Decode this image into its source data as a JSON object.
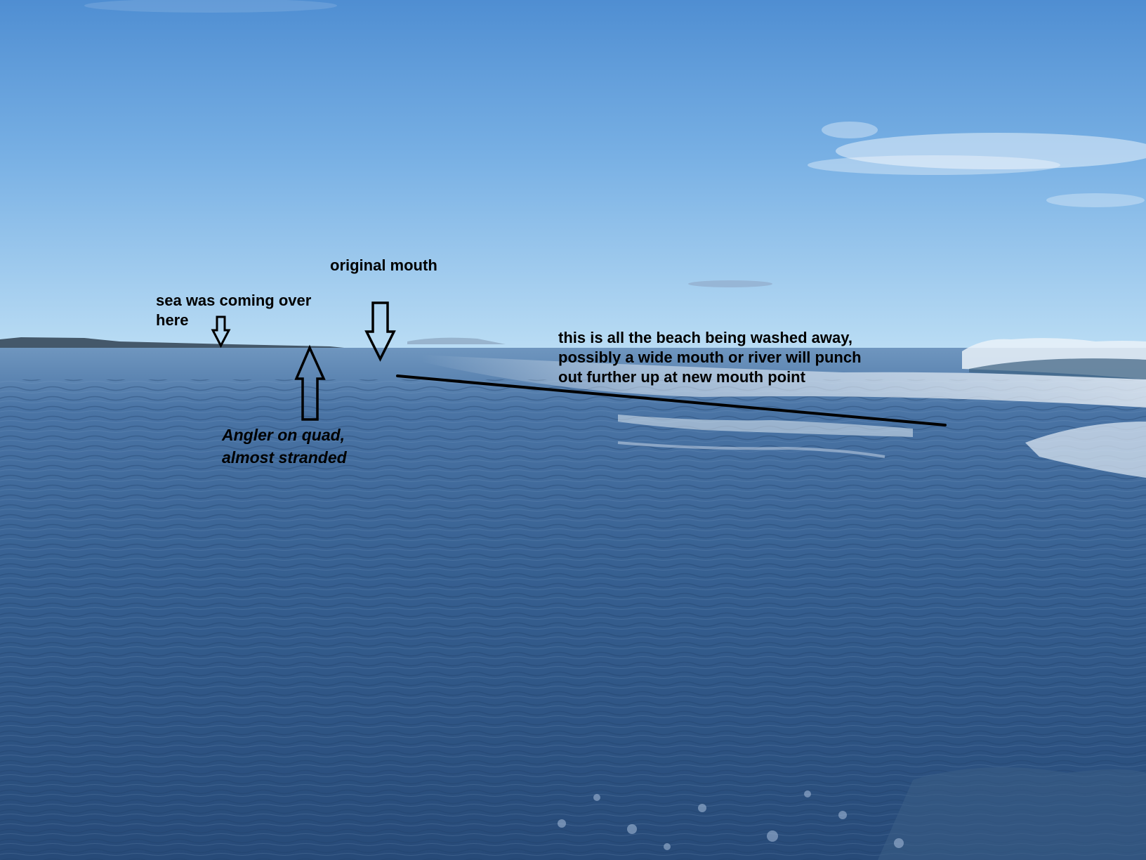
{
  "annotations": {
    "sea_coming_over": "sea was coming over\nhere",
    "original_mouth": "original mouth",
    "beach_washed_away": "this is all the beach being washed away,\npossibly a wide mouth or river will punch\nout further up at new mouth point",
    "angler": "Angler on quad,\nalmost stranded"
  }
}
